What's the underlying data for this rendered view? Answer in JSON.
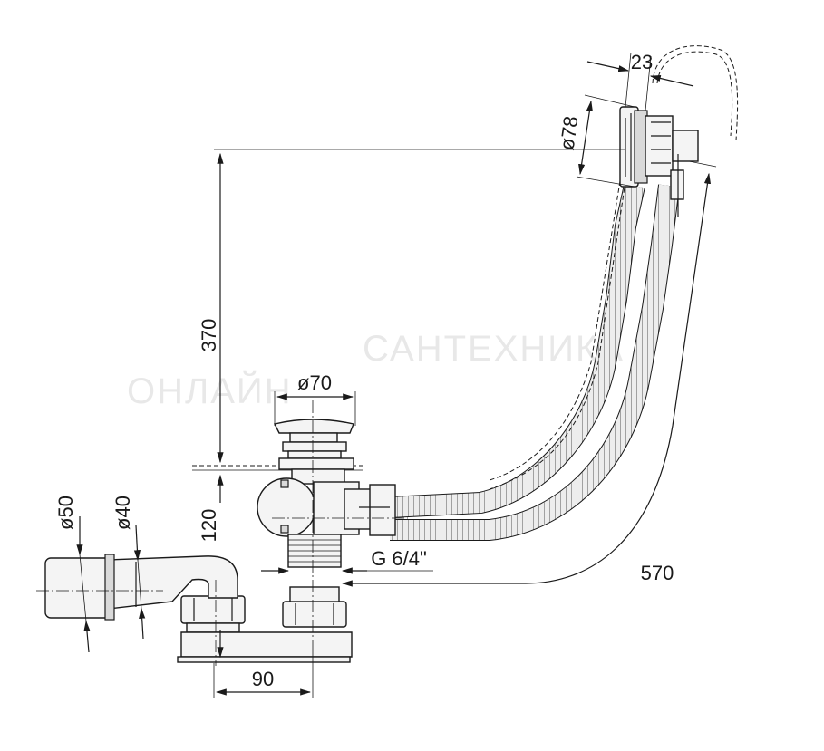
{
  "dimensions": {
    "outlet_diameter": "ø78",
    "outlet_depth": "23",
    "height_overflow": "370",
    "drain_diameter": "ø70",
    "drain_height": "120",
    "thread": "G 6/4\"",
    "hose_length": "570",
    "pipe_outer": "ø50",
    "pipe_inner": "ø40",
    "trap_spacing": "90"
  },
  "watermark": {
    "line1": "САНТЕХНИКА",
    "line2": "ОНЛАЙН"
  }
}
